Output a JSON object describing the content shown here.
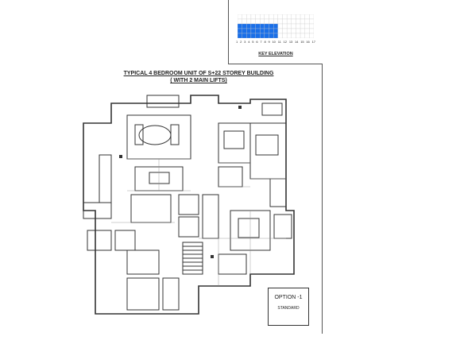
{
  "key_elevation": {
    "caption": "KEY ELEVATION",
    "floor_numbers": [
      "1",
      "2",
      "3",
      "4",
      "5",
      "6",
      "7",
      "8",
      "9",
      "10",
      "11",
      "12",
      "13",
      "14",
      "15",
      "16",
      "17"
    ],
    "highlight_color": "#1a6fe8"
  },
  "title": {
    "line1": "TYPICAL 4 BEDROOM UNIT OF S+22 STOREY BUILDING",
    "line2": "( WITH 2 MAIN LIFTS)"
  },
  "option": {
    "label": "OPTION -1",
    "sub": "STANDARD"
  }
}
